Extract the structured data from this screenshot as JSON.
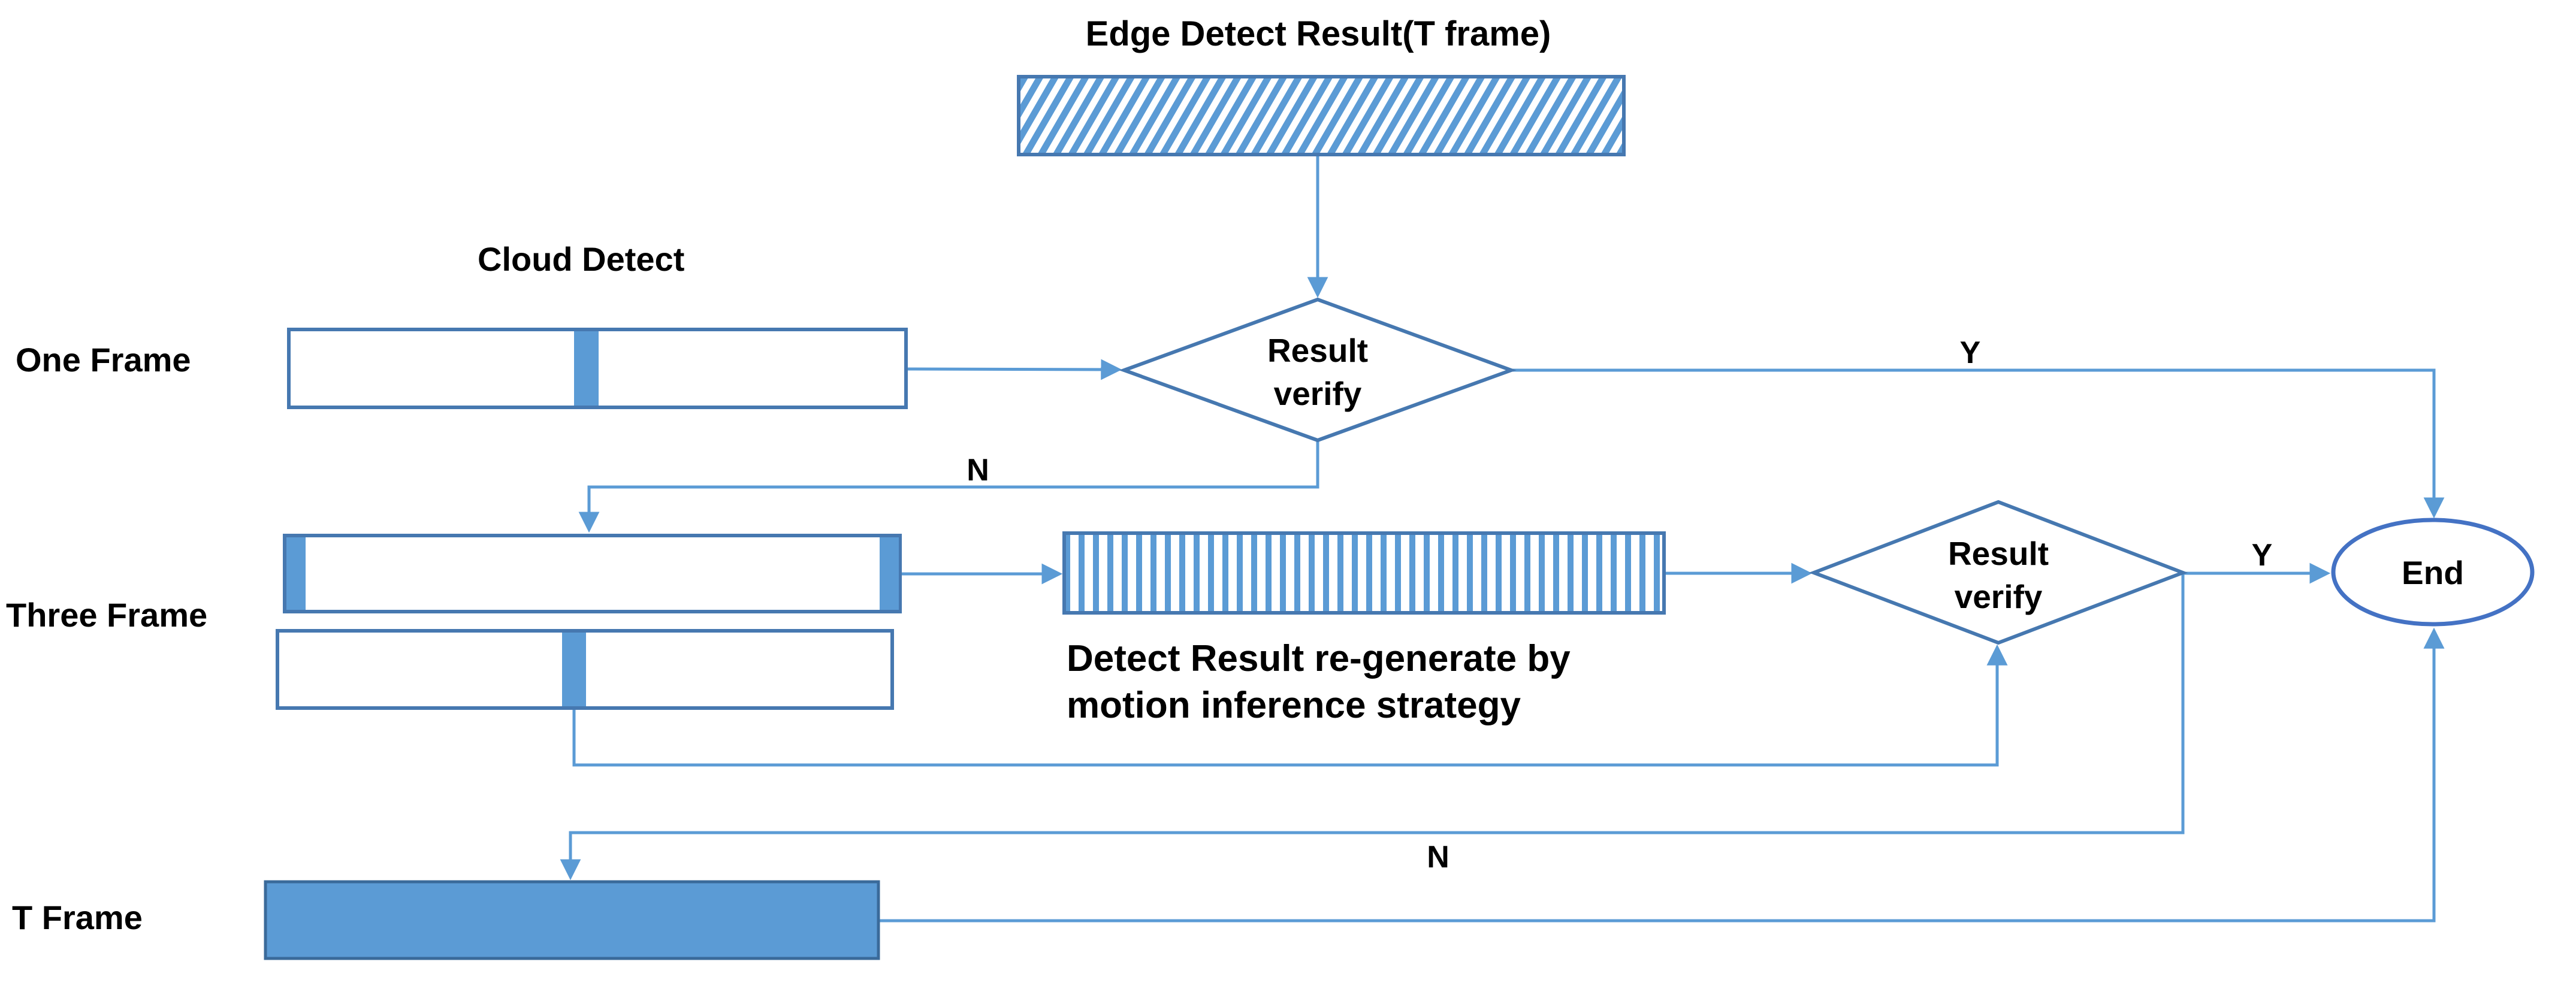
{
  "diagram": {
    "title": "Edge Detect Result(T frame)",
    "cloud_detect_label": "Cloud Detect",
    "row_labels": {
      "one_frame": "One Frame",
      "three_frame": "Three Frame",
      "t_frame": "T Frame"
    },
    "decision1": {
      "line1": "Result",
      "line2": "verify"
    },
    "decision2": {
      "line1": "Result",
      "line2": "verify"
    },
    "regenerate_note": {
      "line1": "Detect Result re-generate by",
      "line2": "motion inference strategy"
    },
    "end_label": "End",
    "branch_labels": {
      "y1": "Y",
      "n1": "N",
      "y2": "Y",
      "n2": "N"
    },
    "colors": {
      "connector": "#5B9BD5",
      "shape_border": "#4678B0",
      "t_frame_border": "#3A6A9A",
      "end_border": "#4472C4",
      "fill_accent": "#5B9BD5",
      "text": "#000000"
    }
  }
}
